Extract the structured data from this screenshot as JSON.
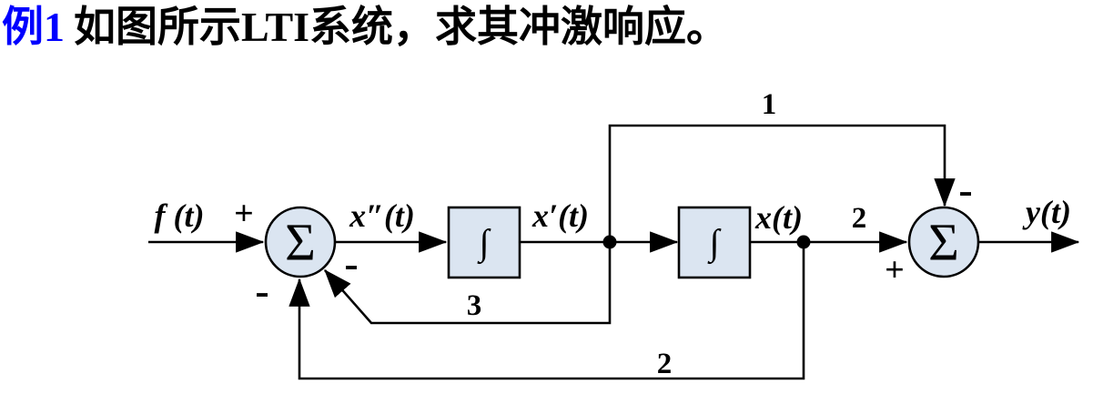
{
  "colors": {
    "background": "#ffffff",
    "title_example": "#0000ff",
    "title_text": "#000000",
    "block_fill": "#dbe5f1",
    "line": "#000000"
  },
  "title": {
    "example_label": "例1",
    "text": "如图所示LTI系统，求其冲激响应。"
  },
  "diagram": {
    "labels": {
      "input": "f (t)",
      "after_summer1": "x″(t)",
      "after_integrator1": "x′(t)",
      "after_integrator2": "x(t)",
      "output": "y(t)"
    },
    "blocks": {
      "summer1": "Σ",
      "integrator1": "∫",
      "integrator2": "∫",
      "summer2": "Σ"
    },
    "signs": {
      "summer1_input": "+",
      "summer1_diagonal": "-",
      "summer1_bottom": "-",
      "summer2_top": "-",
      "summer2_left": "+"
    },
    "gains": {
      "top_feedforward": "1",
      "inner_feedback": "3",
      "outer_feedback": "2",
      "forward": "2"
    }
  }
}
